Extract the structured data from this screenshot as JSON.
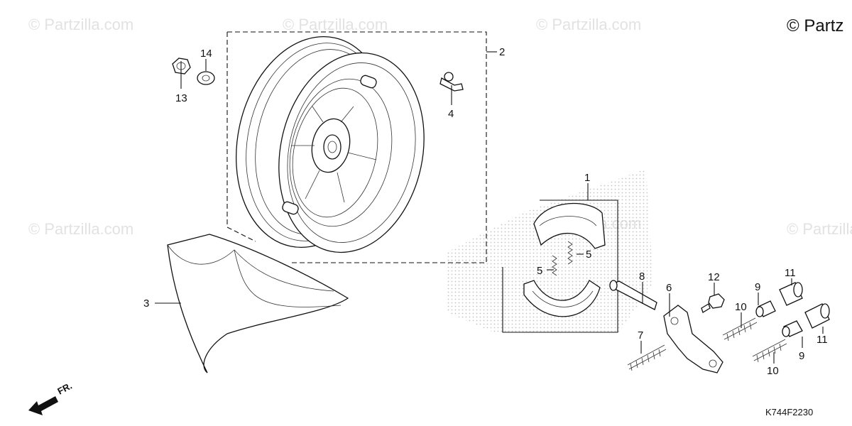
{
  "watermark": "© Partzilla.com",
  "brand_corner": "© Partz",
  "diagram_code": "K744F2230",
  "front_arrow_label": "FR.",
  "callouts": {
    "c1": "1",
    "c2": "2",
    "c3": "3",
    "c4": "4",
    "c5a": "5",
    "c5b": "5",
    "c6": "6",
    "c7": "7",
    "c8": "8",
    "c9a": "9",
    "c9b": "9",
    "c10a": "10",
    "c10b": "10",
    "c11a": "11",
    "c11b": "11",
    "c12": "12",
    "c13": "13",
    "c14": "14"
  },
  "colors": {
    "line": "#111111",
    "watermark": "#e2e2e2",
    "dots": "#bdbdbd"
  },
  "icons": {
    "front_arrow": "arrow-front-icon"
  }
}
